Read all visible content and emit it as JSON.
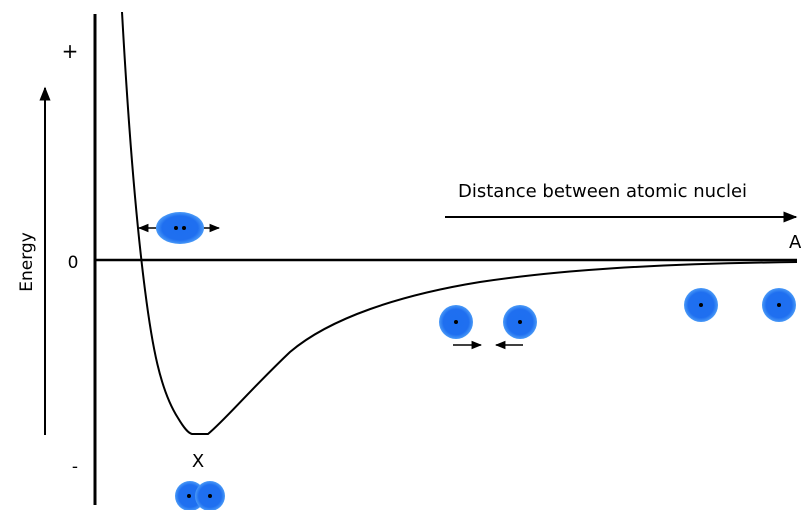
{
  "labels": {
    "y_plus": "+",
    "y_minus": "-",
    "y_zero": "0",
    "y_axis_label": "Energy",
    "distance_label": "Distance between atomic nuclei",
    "point_a": "A",
    "point_x": "X"
  },
  "colors": {
    "atom_fill": "#1a73e8",
    "atom_glow": "#3b82f6",
    "nucleus": "#000000",
    "line": "#000000"
  },
  "icons": {
    "repulsion": "outward-arrows",
    "attraction": "inward-arrows"
  }
}
